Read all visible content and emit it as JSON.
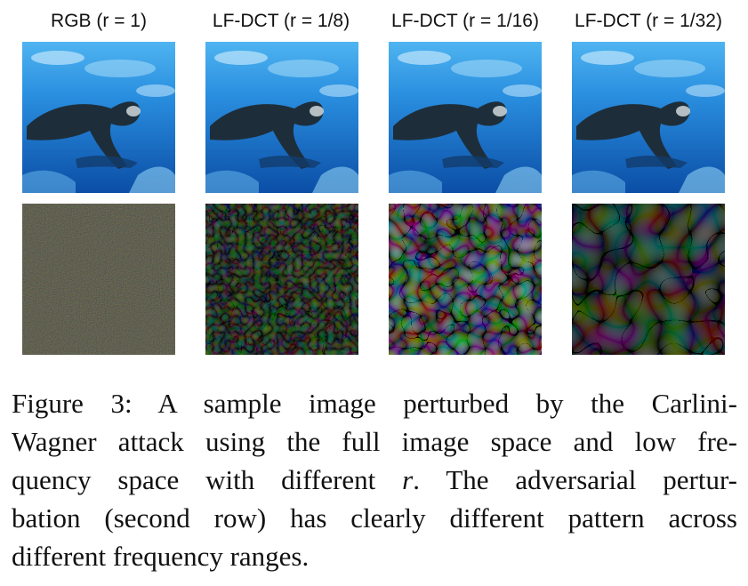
{
  "figure": {
    "columns": [
      {
        "label": "RGB (r = 1)"
      },
      {
        "label": "LF-DCT (r = 1/8)"
      },
      {
        "label": "LF-DCT (r = 1/16)"
      },
      {
        "label": "LF-DCT (r = 1/32)"
      }
    ],
    "colors": {
      "water_deep": "#0a4fa8",
      "water_light": "#3aa0e8",
      "seal": "#1d2e3a",
      "perturbation_bg": "#0e0f0b"
    }
  },
  "caption": {
    "lines": [
      "Figure 3: A sample image perturbed by the Carlini-",
      "Wagner attack using the full image space and low fre-",
      "quency space with different ",
      "bation (second row) has clearly different pattern across",
      "different frequency ranges."
    ],
    "line3_math": "r",
    "line3_tail": ". The adversarial pertur-"
  }
}
